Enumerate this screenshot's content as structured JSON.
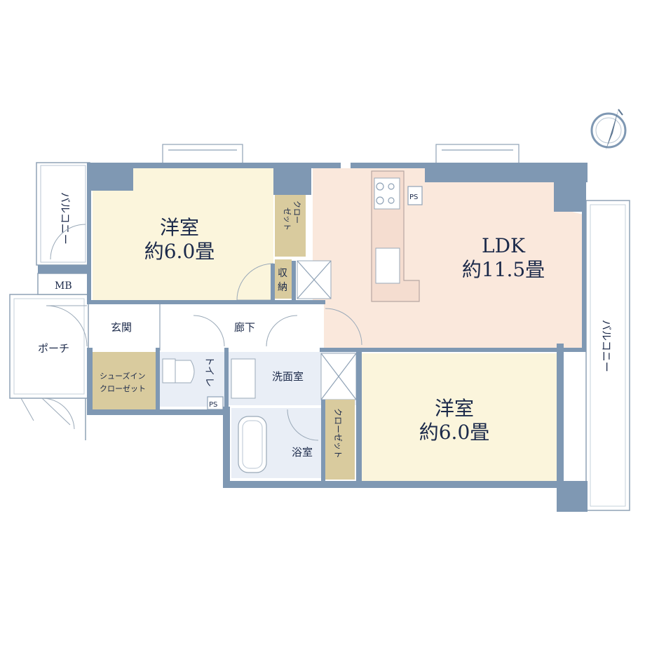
{
  "colors": {
    "western_room": "#fbf5dc",
    "ldk": "#fae8dc",
    "closet": "#d9cb9e",
    "wet_area": "#e9eef6",
    "corridor": "#ffffff",
    "wall": "#7f98b3",
    "text": "#1c2a4a"
  },
  "rooms": {
    "western_room_1": {
      "name": "洋室",
      "area": "約6.0畳"
    },
    "ldk": {
      "name": "LDK",
      "area": "約11.5畳"
    },
    "western_room_2": {
      "name": "洋室",
      "area": "約6.0畳"
    },
    "closet_1": {
      "line1": "クロー",
      "line2": "ゼット"
    },
    "storage": {
      "line1": "収",
      "line2": "納"
    },
    "closet_2": {
      "label": "クローゼット"
    },
    "shoes_in_closet": {
      "line1": "シューズイン",
      "line2": "クローゼット"
    },
    "entrance": {
      "label": "玄関"
    },
    "hallway": {
      "label": "廊下"
    },
    "toilet": {
      "line1": "トイ",
      "line2": "レ"
    },
    "washroom": {
      "label": "洗面室"
    },
    "bathroom": {
      "label": "浴室"
    },
    "porch": {
      "label": "ポーチ"
    },
    "mb": {
      "label": "MB"
    },
    "ps_1": {
      "label": "PS"
    },
    "ps_2": {
      "label": "PS"
    },
    "balcony_left": {
      "label": "バルコニー"
    },
    "balcony_right": {
      "label": "バルコニー"
    }
  },
  "compass": {
    "icon": "north-compass-icon"
  }
}
